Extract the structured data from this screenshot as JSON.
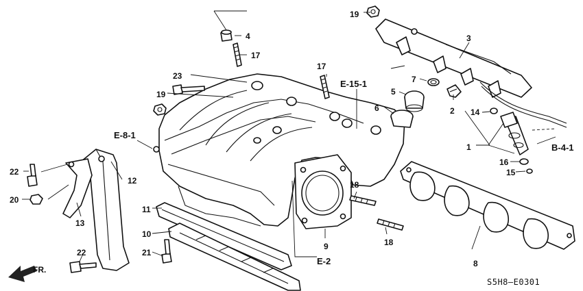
{
  "diagram": {
    "code": "S5H8–E0301",
    "direction_label": "FR.",
    "callouts": [
      "1",
      "2",
      "3",
      "4",
      "5",
      "6",
      "7",
      "8",
      "9",
      "10",
      "11",
      "12",
      "13",
      "14",
      "15",
      "16",
      "17",
      "17",
      "18",
      "18",
      "19",
      "19",
      "20",
      "21",
      "22",
      "22",
      "23"
    ],
    "references": [
      "E-15-1",
      "E-8-1",
      "B-4-1",
      "E-2"
    ]
  }
}
